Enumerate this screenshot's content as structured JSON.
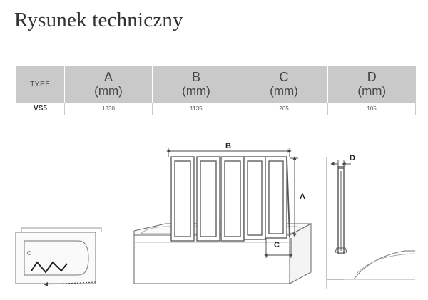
{
  "page": {
    "title": "Rysunek techniczny"
  },
  "table": {
    "headers": [
      {
        "main": "TYPE",
        "unit": ""
      },
      {
        "main": "A",
        "unit": "(mm)"
      },
      {
        "main": "B",
        "unit": "(mm)"
      },
      {
        "main": "C",
        "unit": "(mm)"
      },
      {
        "main": "D",
        "unit": "(mm)"
      }
    ],
    "row": {
      "type": "VS5",
      "a": "1330",
      "b": "1135",
      "c": "265",
      "d": "105"
    }
  },
  "drawing": {
    "label_a": "A",
    "label_b": "B",
    "label_c": "C",
    "label_d": "D",
    "colors": {
      "line": "#555555",
      "header_bg": "#c9c9c9"
    }
  }
}
